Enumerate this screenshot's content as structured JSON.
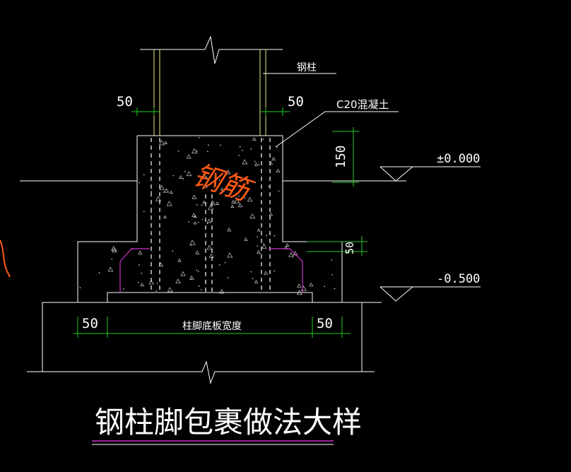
{
  "colors": {
    "background": "#000000",
    "outline": "#ffffff",
    "steel_column": "#e8e87a",
    "dimension": "#22cc22",
    "rebar_hook": "#cc33cc",
    "handwriting": "#ff5a14",
    "title_underline": "#cc33cc"
  },
  "labels": {
    "steel_column": "钢柱",
    "concrete": "C20混凝土",
    "elevation_top": "±0.000",
    "elevation_bottom": "-0.500",
    "base_plate_width": "柱脚底板宽度"
  },
  "dimensions": {
    "left_offset": "50",
    "right_offset": "50",
    "height_150": "150",
    "height_50": "50",
    "bottom_left": "50",
    "bottom_right": "50"
  },
  "title": "钢柱脚包裹做法大样",
  "annotation": {
    "handwriting": "钢筋",
    "handwriting_icon": "handwritten-scribble"
  }
}
